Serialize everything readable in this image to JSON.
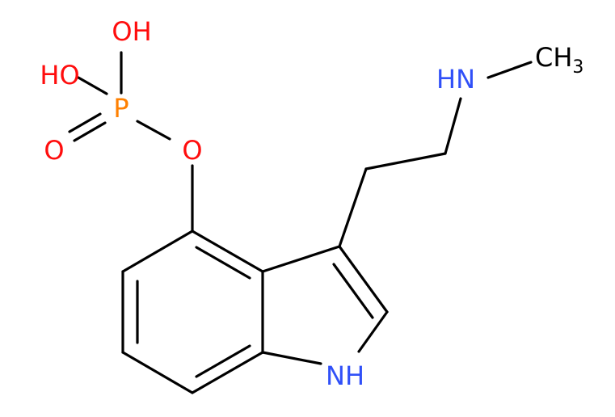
{
  "molecule": {
    "atoms": {
      "oh_top": "OH",
      "oh_left": "HO",
      "phosphorus": "P",
      "oxo": "O",
      "ester_o": "O",
      "amine": "HN",
      "methyl": "CH",
      "methyl_sub": "3",
      "indole_nh": "NH"
    }
  },
  "colors": {
    "oxygen": "#ff0d0d",
    "phosphorus": "#ff8000",
    "nitrogen": "#3050f8",
    "carbon": "#000000"
  }
}
